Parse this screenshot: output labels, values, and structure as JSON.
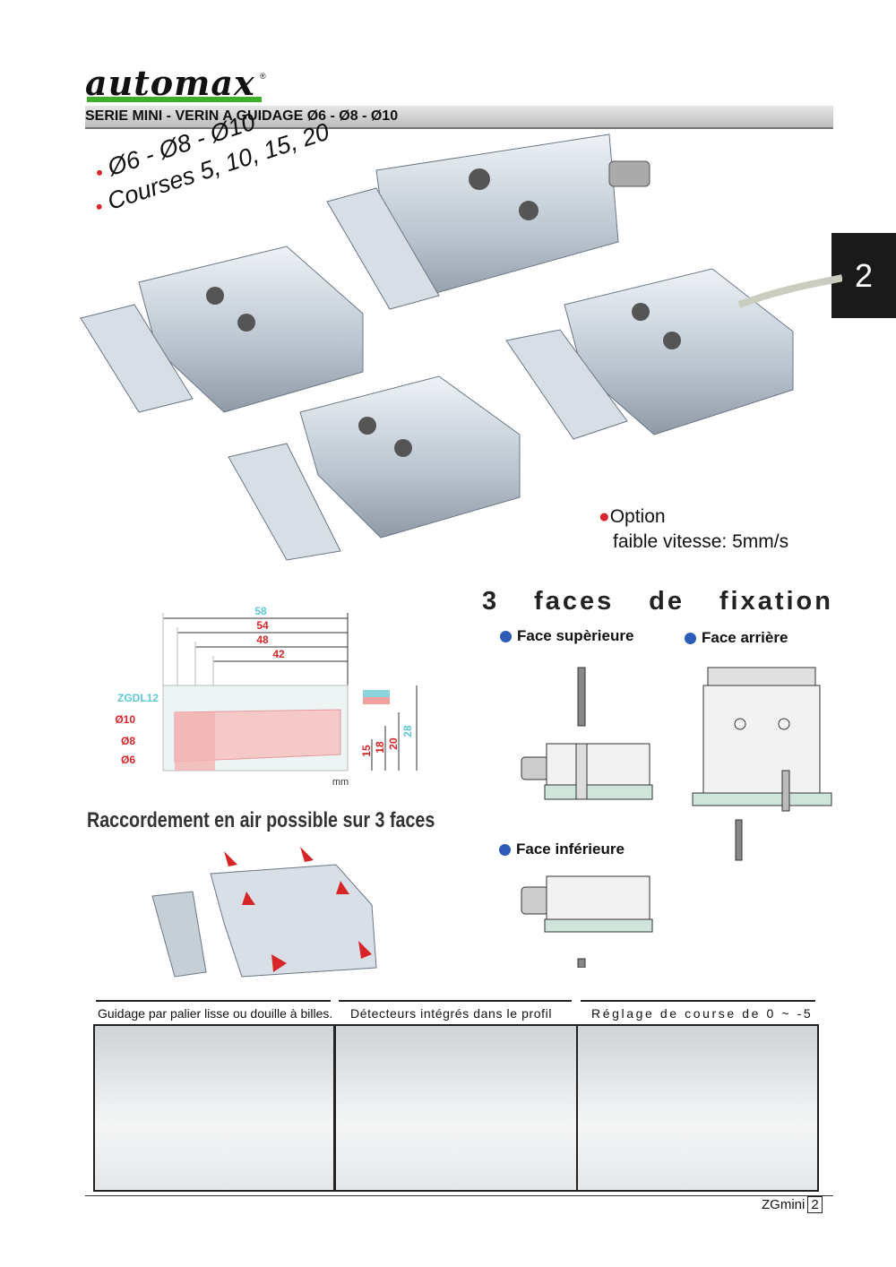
{
  "header": {
    "brand": "automax",
    "reg_mark": "®",
    "title": "SERIE MINI - VERIN A GUIDAGE Ø6 - Ø8 - Ø10"
  },
  "side_tab": {
    "number": "2"
  },
  "promo": {
    "line1": "Ø6 - Ø8 - Ø10",
    "line2": "Courses 5, 10, 15, 20"
  },
  "option": {
    "line1": "Option",
    "line2": "faible vitesse: 5mm/s"
  },
  "dimensions": {
    "widths": [
      "58",
      "54",
      "48",
      "42"
    ],
    "models": [
      "ZGDL12",
      "Ø10",
      "Ø8",
      "Ø6"
    ],
    "heights": [
      "15",
      "18",
      "20",
      "28"
    ],
    "unit": "mm"
  },
  "fixation": {
    "title_words": [
      "3",
      "faces",
      "de",
      "fixation"
    ],
    "top": "Face supèrieure",
    "rear": "Face arrière",
    "bottom": "Face inférieure"
  },
  "raccord": "Raccordement en air possible sur 3 faces",
  "captions": [
    "Guidage par palier lisse ou douille à billes.",
    "Détecteurs intégrés dans le profil",
    "Réglage de course de 0 ~ -5"
  ],
  "footer": {
    "label": "ZGmini",
    "page": "2"
  },
  "colors": {
    "brand_green": "#3fae2a",
    "accent_red": "#d7262a",
    "bullet_blue": "#2e5ab8",
    "dim_cyan": "#5ec8d8"
  }
}
